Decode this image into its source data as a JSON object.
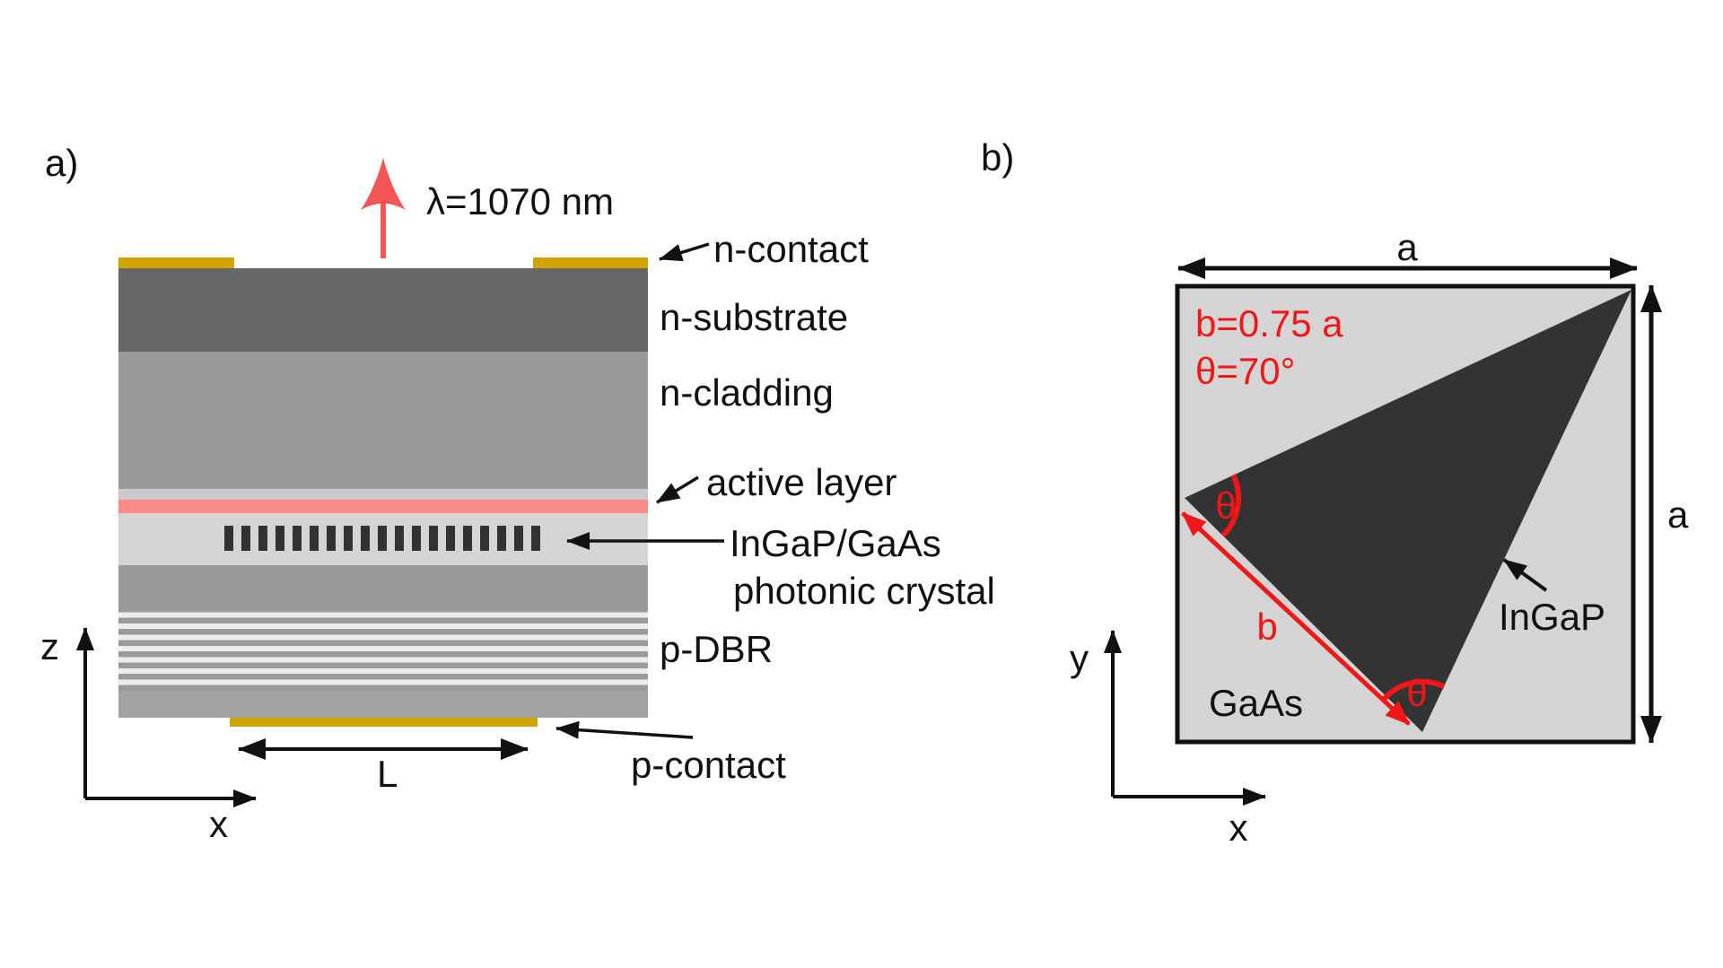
{
  "figure": {
    "panel_a": {
      "tag": "a)",
      "emission_label": "λ=1070 nm",
      "labels": {
        "n_contact": "n-contact",
        "n_substrate": "n-substrate",
        "n_cladding": "n-cladding",
        "active_layer": "active layer",
        "photonic_crystal_line1": "InGaP/GaAs",
        "photonic_crystal_line2": "photonic crystal",
        "p_dbr": "p-DBR",
        "p_contact": "p-contact"
      },
      "dimension_label": "L",
      "axes": {
        "vertical": "z",
        "horizontal": "x"
      }
    },
    "panel_b": {
      "tag": "b)",
      "lattice_constant_top": "a",
      "lattice_constant_right": "a",
      "parameter_line1": "b=0.75 a",
      "parameter_line2": "θ=70°",
      "angle_symbol_left": "θ",
      "angle_symbol_bottom": "θ",
      "edge_label": "b",
      "triangle_material": "InGaP",
      "matrix_material": "GaAs",
      "axes": {
        "vertical": "y",
        "horizontal": "x"
      }
    },
    "colors": {
      "contact_gold": "#d2a400",
      "substrate_dark_gray": "#676767",
      "cladding_gray": "#9a9a9a",
      "light_strip_gray": "#c9c9c9",
      "photonic_layer_gray": "#d4d4d4",
      "active_layer_red": "#fa8a8a",
      "emission_arrow_red": "#f45555",
      "accent_red": "#ef1717",
      "triangle_dark": "#333333",
      "dbr_light_stripe": "#ededed"
    }
  }
}
